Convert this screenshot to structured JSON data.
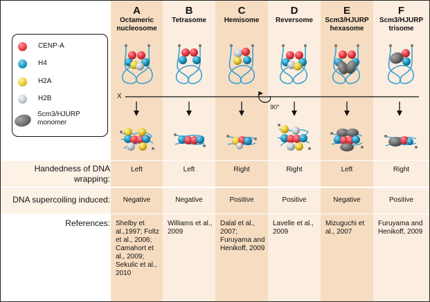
{
  "legend": {
    "items": [
      {
        "label": "CENP-A",
        "color": "#e8404a",
        "icon": "cenpa-sphere"
      },
      {
        "label": "H4",
        "color": "#1e9ac6",
        "icon": "h4-sphere"
      },
      {
        "label": "H2A",
        "color": "#e9cc35",
        "icon": "h2a-sphere"
      },
      {
        "label": "H2B",
        "color": "#c2c9cf",
        "icon": "h2b-sphere"
      },
      {
        "label": "Scm3/HJURP monomer",
        "label_line1": "Scm3/HJURP",
        "label_line2": "monomer",
        "color": "#6a6a6a",
        "icon": "scm3-blob"
      }
    ]
  },
  "axis": {
    "x_label": "X",
    "rotation_label": "90°"
  },
  "row_labels": {
    "handedness": "Handedness of DNA wrapping:",
    "supercoiling": "DNA supercoiling induced:",
    "references": "References:"
  },
  "columns": [
    {
      "letter": "A",
      "name": "Octameric nucleosome",
      "handedness": "Left",
      "supercoiling": "Negative",
      "references": "Shelby et al.,1997; Foltz et al., 2006; Camahort et al., 2009; Sekulic et al., 2010"
    },
    {
      "letter": "B",
      "name": "Tetrasome",
      "handedness": "Left",
      "supercoiling": "Negative",
      "references": "Williams et al., 2009"
    },
    {
      "letter": "C",
      "name": "Hemisome",
      "handedness": "Right",
      "supercoiling": "Positive",
      "references": "Dalal et al., 2007; Furuyama and Henikoff, 2009"
    },
    {
      "letter": "D",
      "name": "Reversome",
      "handedness": "Right",
      "supercoiling": "Positive",
      "references": "Lavelle et al., 2009"
    },
    {
      "letter": "E",
      "name": "Scm3/HJURP hexasome",
      "handedness": "Left",
      "supercoiling": "Negative",
      "references": "Mizuguchi et al., 2007"
    },
    {
      "letter": "F",
      "name": "Scm3/HJURP trisome",
      "handedness": "Right",
      "supercoiling": "Positive",
      "references": "Furuyama and Henikoff, 2009"
    }
  ],
  "colors": {
    "column_dark": "#f6ddc2",
    "column_light": "#fbeee0",
    "row_band": "#fdf2e6",
    "dna": "#3aa0d2",
    "cenpa": "#e8404a",
    "h4": "#1e9ac6",
    "h2a": "#e9cc35",
    "h2b": "#c2c9cf",
    "scm3": "#6a6a6a"
  }
}
